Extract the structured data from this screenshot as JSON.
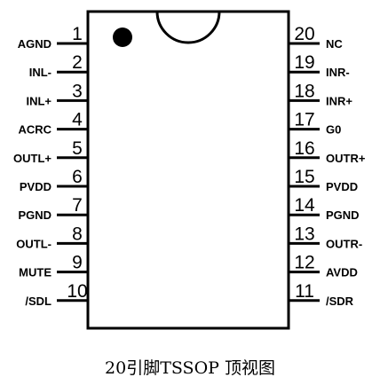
{
  "chip": {
    "caption": "20引脚TSSOP 顶视图",
    "left_pins": [
      {
        "num": "1",
        "label": "AGND"
      },
      {
        "num": "2",
        "label": "INL-"
      },
      {
        "num": "3",
        "label": "INL+"
      },
      {
        "num": "4",
        "label": "ACRC"
      },
      {
        "num": "5",
        "label": "OUTL+"
      },
      {
        "num": "6",
        "label": "PVDD"
      },
      {
        "num": "7",
        "label": "PGND"
      },
      {
        "num": "8",
        "label": "OUTL-"
      },
      {
        "num": "9",
        "label": "MUTE"
      },
      {
        "num": "10",
        "label": "/SDL"
      }
    ],
    "right_pins": [
      {
        "num": "20",
        "label": "NC"
      },
      {
        "num": "19",
        "label": "INR-"
      },
      {
        "num": "18",
        "label": "INR+"
      },
      {
        "num": "17",
        "label": "G0"
      },
      {
        "num": "16",
        "label": "OUTR+"
      },
      {
        "num": "15",
        "label": "PVDD"
      },
      {
        "num": "14",
        "label": "PGND"
      },
      {
        "num": "13",
        "label": "OUTR-"
      },
      {
        "num": "12",
        "label": "AVDD"
      },
      {
        "num": "11",
        "label": "/SDR"
      }
    ]
  }
}
